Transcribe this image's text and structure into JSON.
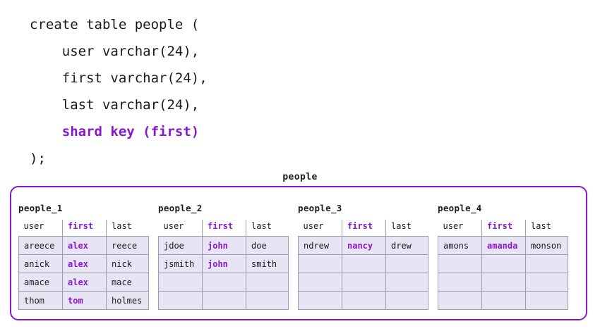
{
  "sql": {
    "lines": [
      {
        "text": "create table people (",
        "accent": false
      },
      {
        "text": "    user varchar(24),",
        "accent": false
      },
      {
        "text": "    first varchar(24),",
        "accent": false
      },
      {
        "text": "    last varchar(24),",
        "accent": false
      },
      {
        "text": "    shard key (first)",
        "accent": true
      },
      {
        "text": ");",
        "accent": false
      }
    ]
  },
  "diagram": {
    "title": "people",
    "accent_color": "#8a17d0",
    "cell_fill_color": "#e7e5f3",
    "cell_border_color": "#9e9cae",
    "columns": [
      "user",
      "first",
      "last"
    ],
    "shard_key_column": "first",
    "shards": [
      {
        "name": "people_1",
        "rows": [
          {
            "user": "areece",
            "first": "alex",
            "last": "reece"
          },
          {
            "user": "anick",
            "first": "alex",
            "last": "nick"
          },
          {
            "user": "amace",
            "first": "alex",
            "last": "mace"
          },
          {
            "user": "thom",
            "first": "tom",
            "last": "holmes"
          }
        ]
      },
      {
        "name": "people_2",
        "rows": [
          {
            "user": "jdoe",
            "first": "john",
            "last": "doe"
          },
          {
            "user": "jsmith",
            "first": "john",
            "last": "smith"
          },
          {
            "user": "",
            "first": "",
            "last": ""
          },
          {
            "user": "",
            "first": "",
            "last": ""
          }
        ]
      },
      {
        "name": "people_3",
        "rows": [
          {
            "user": "ndrew",
            "first": "nancy",
            "last": "drew"
          },
          {
            "user": "",
            "first": "",
            "last": ""
          },
          {
            "user": "",
            "first": "",
            "last": ""
          },
          {
            "user": "",
            "first": "",
            "last": ""
          }
        ]
      },
      {
        "name": "people_4",
        "rows": [
          {
            "user": "amons",
            "first": "amanda",
            "last": "monson"
          },
          {
            "user": "",
            "first": "",
            "last": ""
          },
          {
            "user": "",
            "first": "",
            "last": ""
          },
          {
            "user": "",
            "first": "",
            "last": ""
          }
        ]
      }
    ]
  }
}
